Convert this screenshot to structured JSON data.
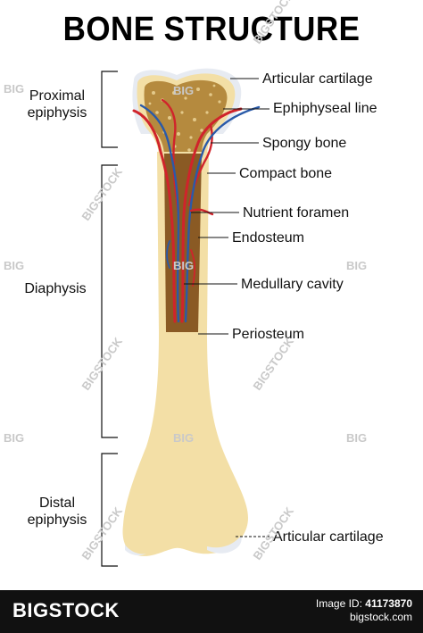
{
  "title": "BONE STRUCTURE",
  "regions": {
    "proximal": "Proximal epiphysis",
    "diaphysis": "Diaphysis",
    "distal": "Distal epiphysis"
  },
  "labels": [
    "Articular cartilage",
    "Ephiphyseal line",
    "Spongy bone",
    "Compact bone",
    "Nutrient foramen",
    "Endosteum",
    "Medullary cavity",
    "Periosteum",
    "Articular cartilage"
  ],
  "watermark": {
    "big": "BIG",
    "bigstock": "BIGSTOCK"
  },
  "footer": {
    "logo": "BIGSTOCK",
    "image_id_label": "Image ID:",
    "image_id": "41173870",
    "site": "bigstock.com"
  },
  "colors": {
    "bone": "#f3dfa6",
    "spongy": "#b58a3e",
    "marrow": "#8a5a24",
    "artery": "#d0242b",
    "vein": "#2a5aa8",
    "cartilage": "#e7ebf2"
  }
}
